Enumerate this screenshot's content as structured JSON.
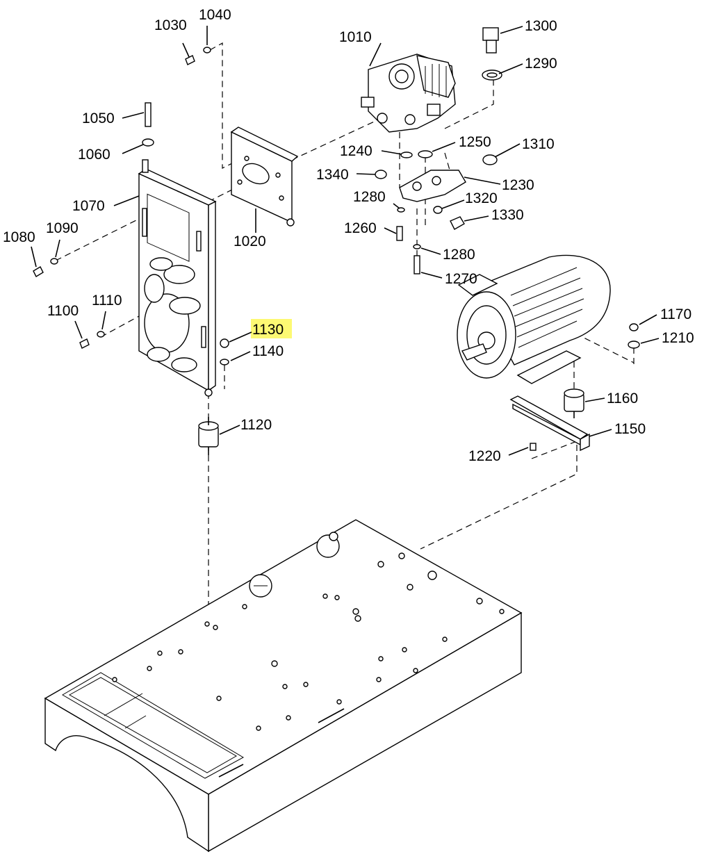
{
  "diagram": {
    "highlight_color": "#f7f400",
    "line_color": "#000000",
    "callouts": [
      {
        "id": "1010",
        "label": "1010"
      },
      {
        "id": "1020",
        "label": "1020"
      },
      {
        "id": "1030",
        "label": "1030"
      },
      {
        "id": "1040",
        "label": "1040"
      },
      {
        "id": "1050",
        "label": "1050"
      },
      {
        "id": "1060",
        "label": "1060"
      },
      {
        "id": "1070",
        "label": "1070"
      },
      {
        "id": "1080",
        "label": "1080"
      },
      {
        "id": "1090",
        "label": "1090"
      },
      {
        "id": "1100",
        "label": "1100"
      },
      {
        "id": "1110",
        "label": "1110"
      },
      {
        "id": "1120",
        "label": "1120"
      },
      {
        "id": "1130",
        "label": "1130",
        "highlighted": true
      },
      {
        "id": "1140",
        "label": "1140"
      },
      {
        "id": "1150",
        "label": "1150"
      },
      {
        "id": "1160",
        "label": "1160"
      },
      {
        "id": "1170",
        "label": "1170"
      },
      {
        "id": "1210",
        "label": "1210"
      },
      {
        "id": "1220",
        "label": "1220"
      },
      {
        "id": "1230",
        "label": "1230"
      },
      {
        "id": "1240",
        "label": "1240"
      },
      {
        "id": "1250",
        "label": "1250"
      },
      {
        "id": "1260",
        "label": "1260"
      },
      {
        "id": "1270",
        "label": "1270"
      },
      {
        "id": "1280a",
        "label": "1280"
      },
      {
        "id": "1280b",
        "label": "1280"
      },
      {
        "id": "1290",
        "label": "1290"
      },
      {
        "id": "1300",
        "label": "1300"
      },
      {
        "id": "1310",
        "label": "1310"
      },
      {
        "id": "1320",
        "label": "1320"
      },
      {
        "id": "1330",
        "label": "1330"
      },
      {
        "id": "1340",
        "label": "1340"
      }
    ]
  }
}
